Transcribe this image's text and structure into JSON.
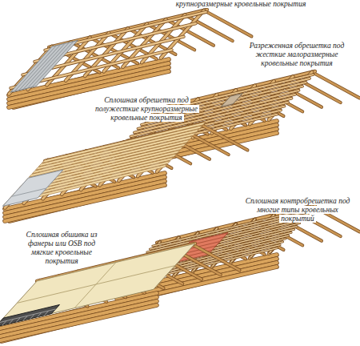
{
  "diagram": {
    "labels": [
      "крупноразмерные кровельные покрытия",
      "Разреженная обрешетка под жесткие малоразмерные кровельные покрытия",
      "Сплошная обрешетка под полужесткие крупноразмерные кровельные покрытия",
      "Сплошная контробрешетка под многие типы кровельных покрытий",
      "Сплошная обшивка из фанеры или OSB под мягкие кровельные покрытия"
    ]
  }
}
